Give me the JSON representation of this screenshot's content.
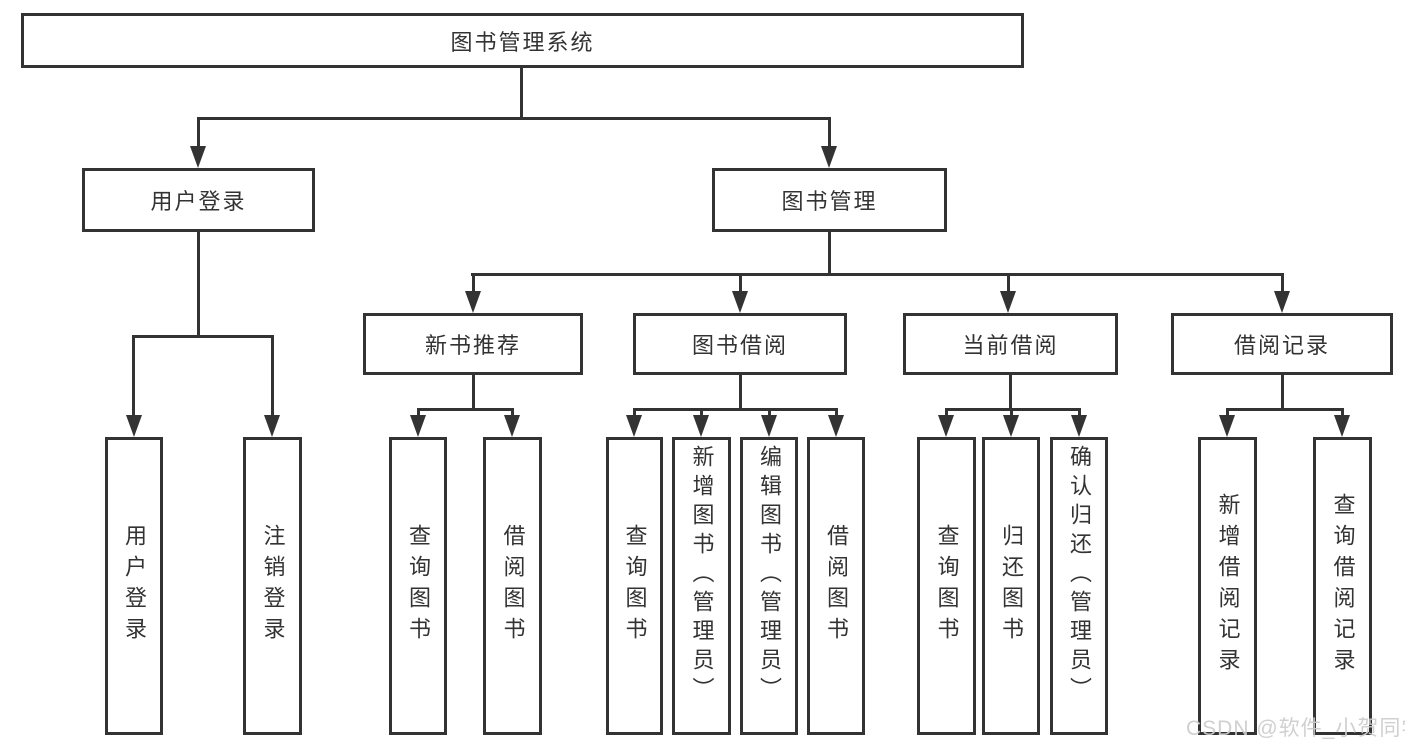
{
  "diagram": {
    "type": "tree",
    "orientation": "top-down",
    "colors": {
      "line": "#333333",
      "box_border": "#333333",
      "box_fill": "#ffffff",
      "text": "#333333",
      "background": "#ffffff",
      "watermark": "#cdcdcd"
    },
    "root": {
      "label": "图书管理系统",
      "children": [
        {
          "label": "用户登录",
          "children": [
            {
              "label": "用户登录"
            },
            {
              "label": "注销登录"
            }
          ]
        },
        {
          "label": "图书管理",
          "children": [
            {
              "label": "新书推荐",
              "children": [
                {
                  "label": "查询图书"
                },
                {
                  "label": "借阅图书"
                }
              ]
            },
            {
              "label": "图书借阅",
              "children": [
                {
                  "label": "查询图书"
                },
                {
                  "label": "新增图书（管理员）"
                },
                {
                  "label": "编辑图书（管理员）"
                },
                {
                  "label": "借阅图书"
                }
              ]
            },
            {
              "label": "当前借阅",
              "children": [
                {
                  "label": "查询图书"
                },
                {
                  "label": "归还图书"
                },
                {
                  "label": "确认归还（管理员）"
                }
              ]
            },
            {
              "label": "借阅记录",
              "children": [
                {
                  "label": "新增借阅记录"
                },
                {
                  "label": "查询借阅记录"
                }
              ]
            }
          ]
        }
      ]
    }
  },
  "watermark": {
    "text": "CSDN @软件_小贺同学"
  }
}
